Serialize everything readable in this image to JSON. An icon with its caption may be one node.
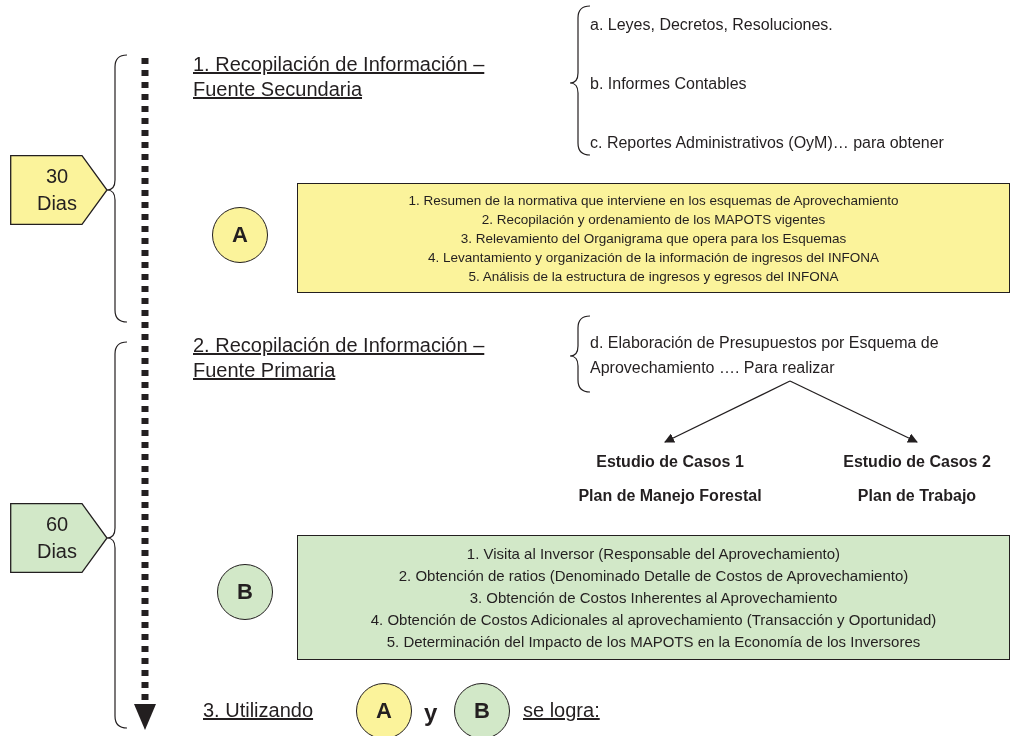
{
  "diagram": {
    "nodes": [
      {
        "text": [
          "30 Dias"
        ]
      },
      {
        "text": [
          "A"
        ]
      },
      {
        "text": [
          "1. Resumen de la normativa que interviene en los esquemas de Aprovechamiento",
          "2. Recopilación y ordenamiento de los MAPOTS vigentes",
          "3. Relevamiento del Organigrama que opera para los Esquemas",
          "4. Levantamiento y organización de la información de ingresos del INFONA",
          "5. Análisis de la estructura de ingresos y egresos del INFONA"
        ]
      },
      {
        "text": [
          "60 Dias"
        ]
      },
      {
        "text": [
          "d. Elaboración de Presupuestos por Esquema de Aprovechamiento …. Para realizar"
        ]
      },
      {
        "text": [
          "Estudio de Casos 1",
          "Plan de Manejo Forestal"
        ]
      },
      {
        "text": [
          "Estudio de Casos 2",
          "Plan de Trabajo"
        ]
      },
      {
        "text": [
          "B"
        ]
      },
      {
        "text": [
          "1. Visita al Inversor (Responsable del Aprovechamiento)",
          "2. Obtención de ratios (Denominado Detalle de Costos de Aprovechamiento)",
          "3. Obtención de Costos Inherentes al Aprovechamiento",
          "4. Obtención de Costos Adicionales al aprovechamiento (Transacción y Oportunidad)",
          "5. Determinación del Impacto de los MAPOTS en la Economía de los Inversores"
        ]
      },
      {
        "text": [
          "A"
        ]
      },
      {
        "text": [
          "B"
        ]
      }
    ],
    "edges": [
      {
        "from": 4,
        "to": 5,
        "arrow": "to"
      },
      {
        "from": 4,
        "to": 6,
        "arrow": "to"
      }
    ],
    "labels": [
      "1. Recopilación de Información – Fuente Secundaria",
      "a. Leyes, Decretos, Resoluciones.",
      "b. Informes Contables",
      "c. Reportes Administrativos (OyM)… para obtener",
      "2. Recopilación de Información – Fuente Primaria",
      "3. Utilizando",
      "y",
      "se logra:"
    ]
  }
}
